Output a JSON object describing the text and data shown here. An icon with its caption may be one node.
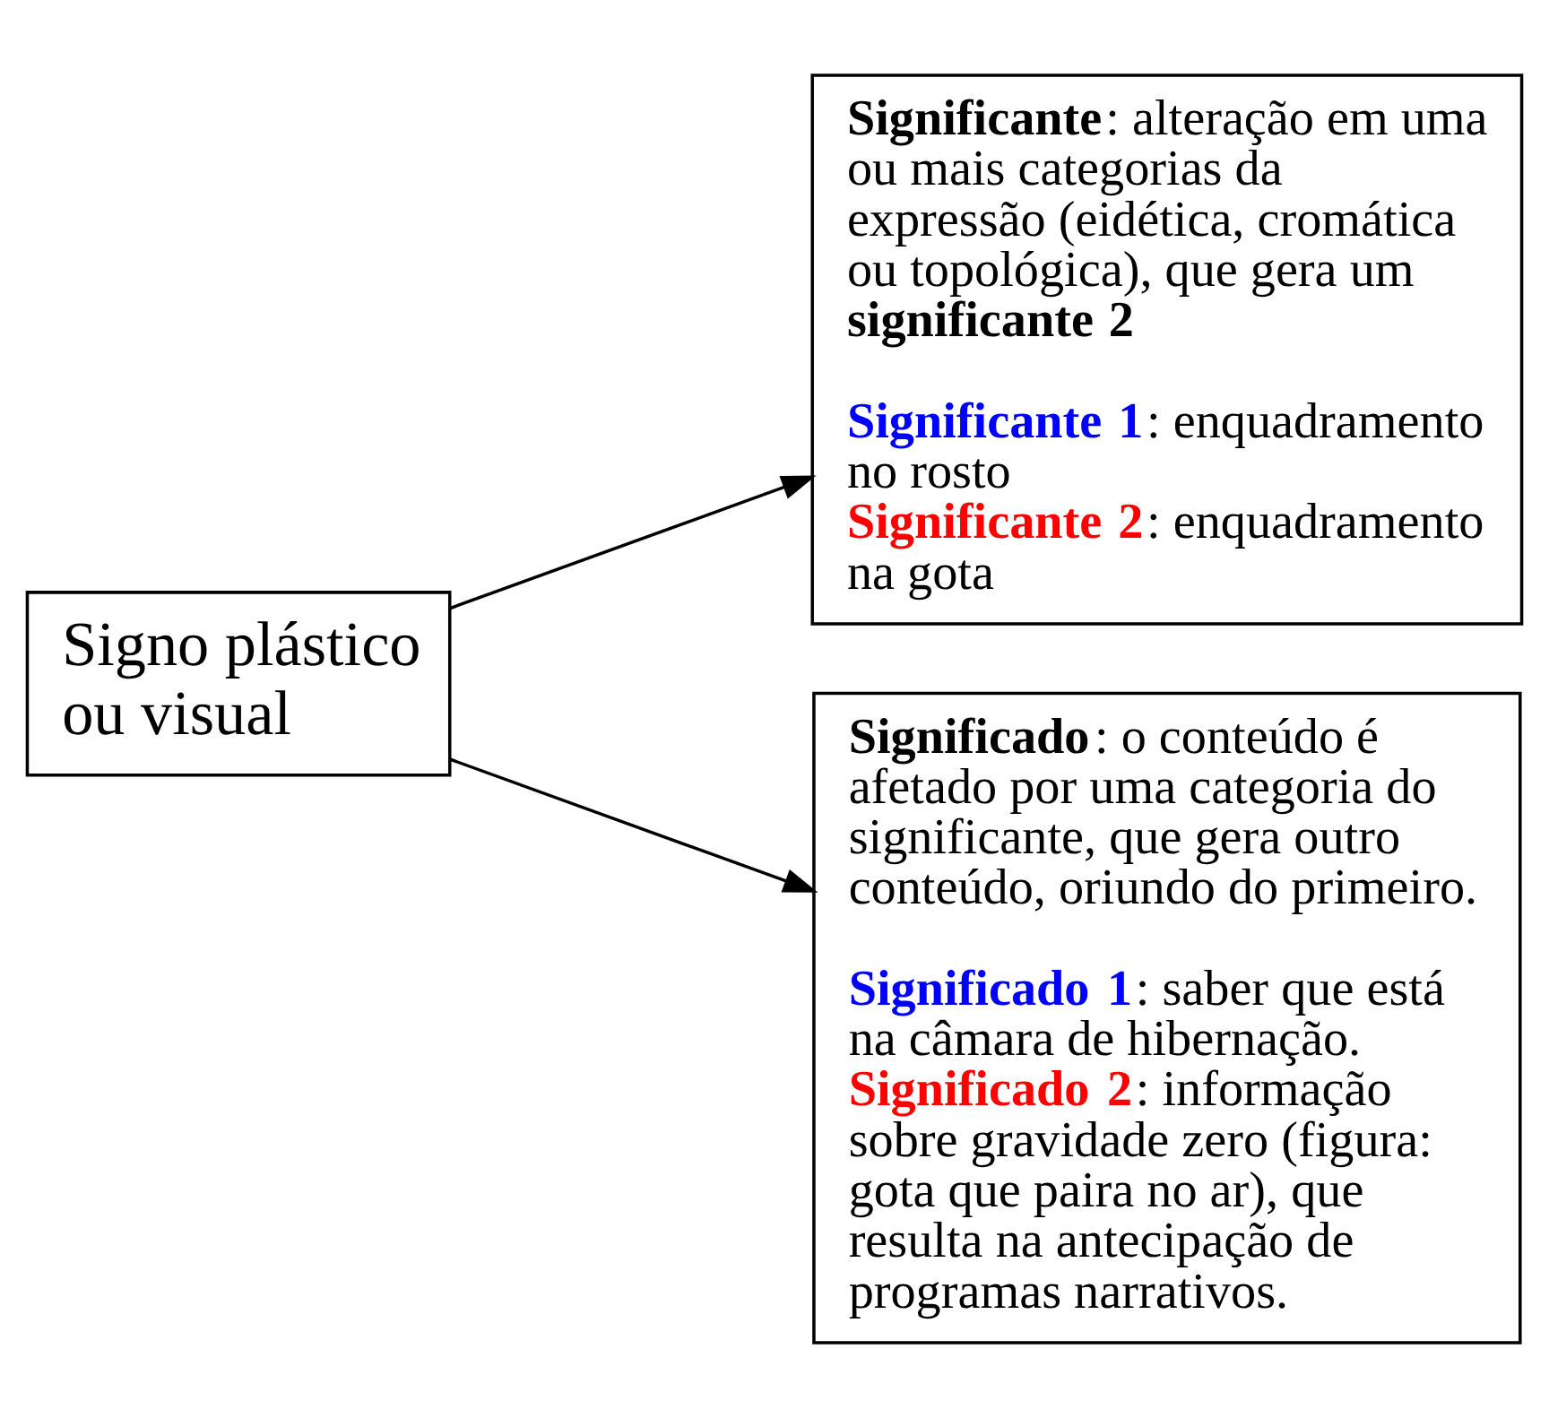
{
  "diagram": {
    "nodes": [
      {
        "text": [
          "Signo plástico ou visual"
        ]
      },
      {
        "text": [
          "**Significante**: alteração em uma ou mais categorias da expressão (eidética, cromática ou topológica), que gera um **significante 2**",
          "**Significante 1**: enquadramento no rosto",
          "**Significante 2**: enquadramento na gota"
        ]
      },
      {
        "text": [
          "**Significado**: o conteúdo é afetado por uma categoria do significante, que gera outro conteúdo, oriundo do primeiro.",
          "**Significado 1**: saber que está na câmara de hibernação.",
          "**Significado 2**: informação sobre gravidade zero (figura: gota que paira no ar), que resulta na antecipação de programas narrativos."
        ]
      }
    ],
    "edges": [
      {
        "from": 0,
        "to": 1,
        "arrow": "to"
      },
      {
        "from": 0,
        "to": 2,
        "arrow": "to"
      }
    ]
  }
}
